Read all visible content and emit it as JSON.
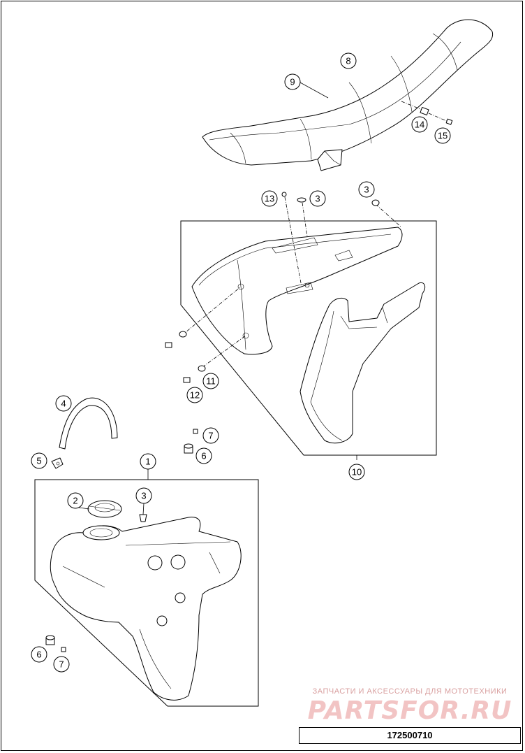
{
  "callouts": {
    "c1": "1",
    "c2": "2",
    "c3a": "3",
    "c3b": "3",
    "c3c": "3",
    "c4": "4",
    "c5": "5",
    "c6a": "6",
    "c6b": "6",
    "c7a": "7",
    "c7b": "7",
    "c8": "8",
    "c9": "9",
    "c10": "10",
    "c11": "11",
    "c12": "12",
    "c13": "13",
    "c14": "14",
    "c15": "15"
  },
  "watermark": {
    "tagline": "ЗАПЧАСТИ И АКСЕССУАРЫ ДЛЯ МОТОТЕХНИКИ",
    "brand": "PARTSFOR.RU"
  },
  "drawing_number": "172500710"
}
